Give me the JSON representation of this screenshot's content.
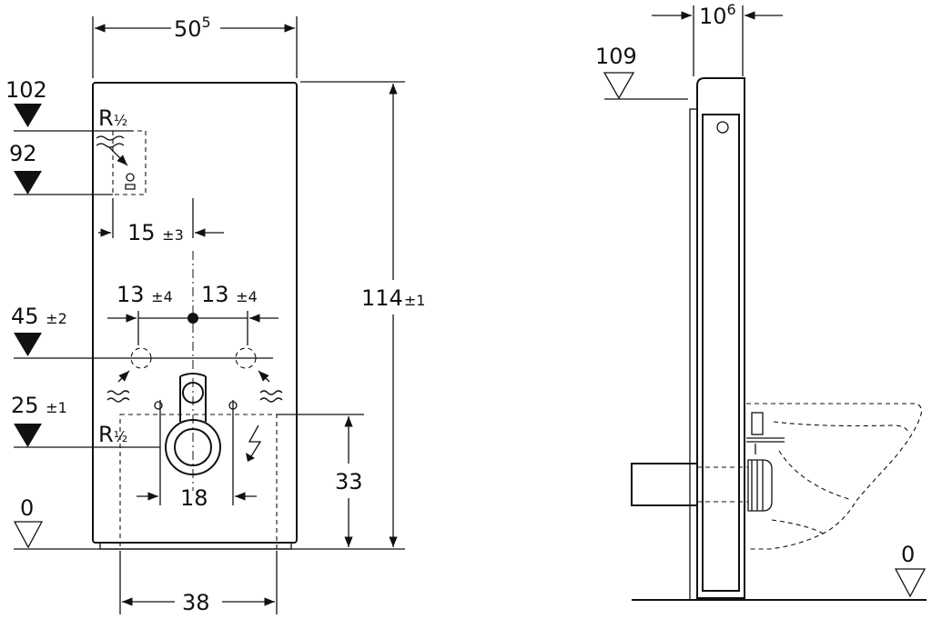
{
  "front_view": {
    "width_label": {
      "main": "50",
      "sup": "5"
    },
    "height_label": {
      "main": "114",
      "tol": "±1"
    },
    "level_102": "102",
    "level_92": "92",
    "thread_top": {
      "main": "R",
      "frac": "½"
    },
    "spacing_15": {
      "main": "15 ",
      "tol": "±3"
    },
    "spacing_13_left": {
      "main": "13 ",
      "tol": "±4"
    },
    "spacing_13_right": {
      "main": "13 ",
      "tol": "±4"
    },
    "level_45": {
      "main": "45 ",
      "tol": "±2"
    },
    "level_25": {
      "main": "25 ",
      "tol": "±1"
    },
    "thread_bottom": {
      "main": "R",
      "frac": "½"
    },
    "spacing_18": "18",
    "height_33": "33",
    "floor_level": "0",
    "bottom_width": "38"
  },
  "side_view": {
    "depth_label": {
      "main": "10",
      "sup": "6"
    },
    "level_109": "109",
    "floor_level": "0"
  }
}
